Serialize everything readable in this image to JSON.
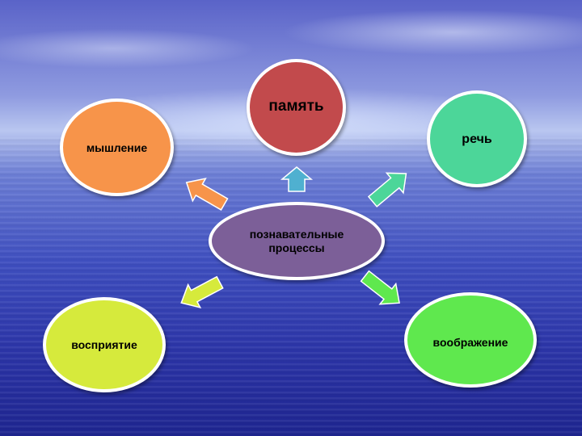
{
  "diagram": {
    "center": {
      "label": "познавательные процессы",
      "color": "#7c5f98"
    },
    "nodes": {
      "memory": {
        "label": "память",
        "color": "#c24a4c"
      },
      "thinking": {
        "label": "мышление",
        "color": "#f7944a"
      },
      "speech": {
        "label": "речь",
        "color": "#4cd699"
      },
      "perception": {
        "label": "восприятие",
        "color": "#d6ea3c"
      },
      "imagination": {
        "label": "воображение",
        "color": "#5fe84e"
      }
    },
    "arrow_colors": {
      "memory": "#4fb0d0",
      "thinking": "#f7944a",
      "speech": "#4cd699",
      "perception": "#d6ea3c",
      "imagination": "#5fe84e"
    }
  }
}
